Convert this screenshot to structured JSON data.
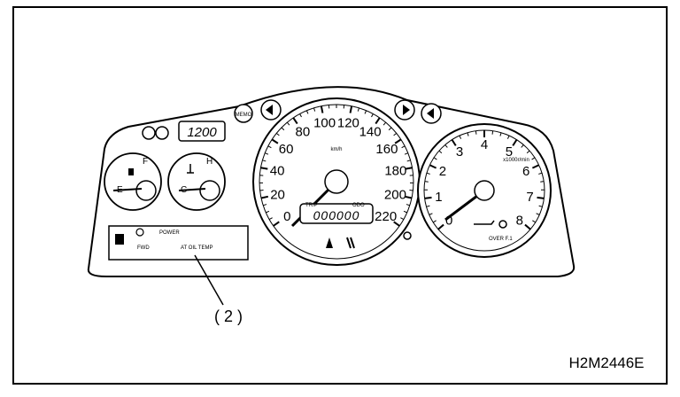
{
  "diagram": {
    "callout_label": "( 2 )",
    "figure_code": "H2M2446E",
    "clock_display": "1200",
    "speedometer": {
      "unit": "km/h",
      "ticks": [
        "0",
        "20",
        "40",
        "60",
        "80",
        "100",
        "120",
        "140",
        "160",
        "180",
        "200",
        "220"
      ],
      "trip_label": "TRIP",
      "odo_label": "ODO",
      "odometer_value": "000000"
    },
    "tachometer": {
      "unit": "x1000r/min",
      "ticks": [
        "0",
        "1",
        "2",
        "3",
        "4",
        "5",
        "6",
        "7",
        "8"
      ],
      "indicator_text": "OVER F.1"
    },
    "fuel_gauge": {
      "full": "F",
      "empty": "E"
    },
    "temp_gauge": {
      "hot": "H",
      "cold": "C"
    },
    "warning_panel": {
      "power_label": "POWER",
      "fwd_label": "FWD",
      "at_oil_temp": "AT OIL TEMP"
    }
  }
}
